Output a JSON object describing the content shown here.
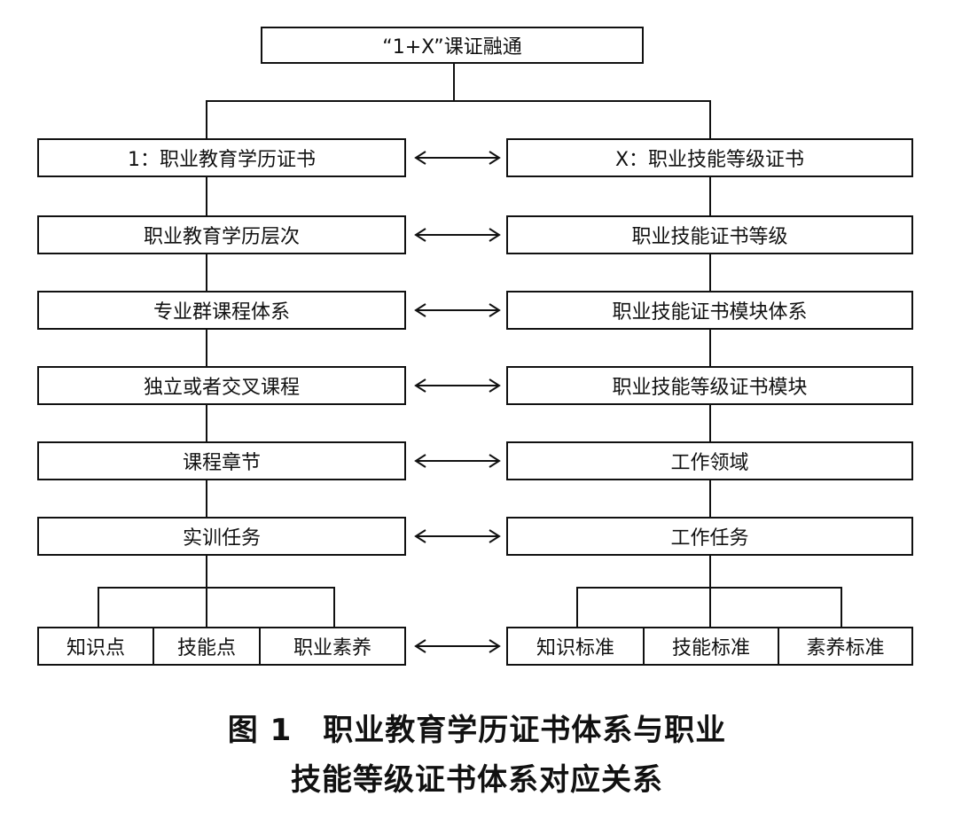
{
  "top": {
    "label": "“1+X”课证融通"
  },
  "left_column": [
    "1：职业教育学历证书",
    "职业教育学历层次",
    "专业群课程体系",
    "独立或者交叉课程",
    "课程章节",
    "实训任务"
  ],
  "right_column": [
    "X：职业技能等级证书",
    "职业技能证书等级",
    "职业技能证书模块体系",
    "职业技能等级证书模块",
    "工作领域",
    "工作任务"
  ],
  "left_leaves": [
    "知识点",
    "技能点",
    "职业素养"
  ],
  "right_leaves": [
    "知识标准",
    "技能标准",
    "素养标准"
  ],
  "caption": {
    "line1": "图 1　职业教育学历证书体系与职业",
    "line2": "技能等级证书体系对应关系"
  },
  "colors": {
    "line": "#111111",
    "box_fill": "#ffffff",
    "text": "#111111"
  }
}
